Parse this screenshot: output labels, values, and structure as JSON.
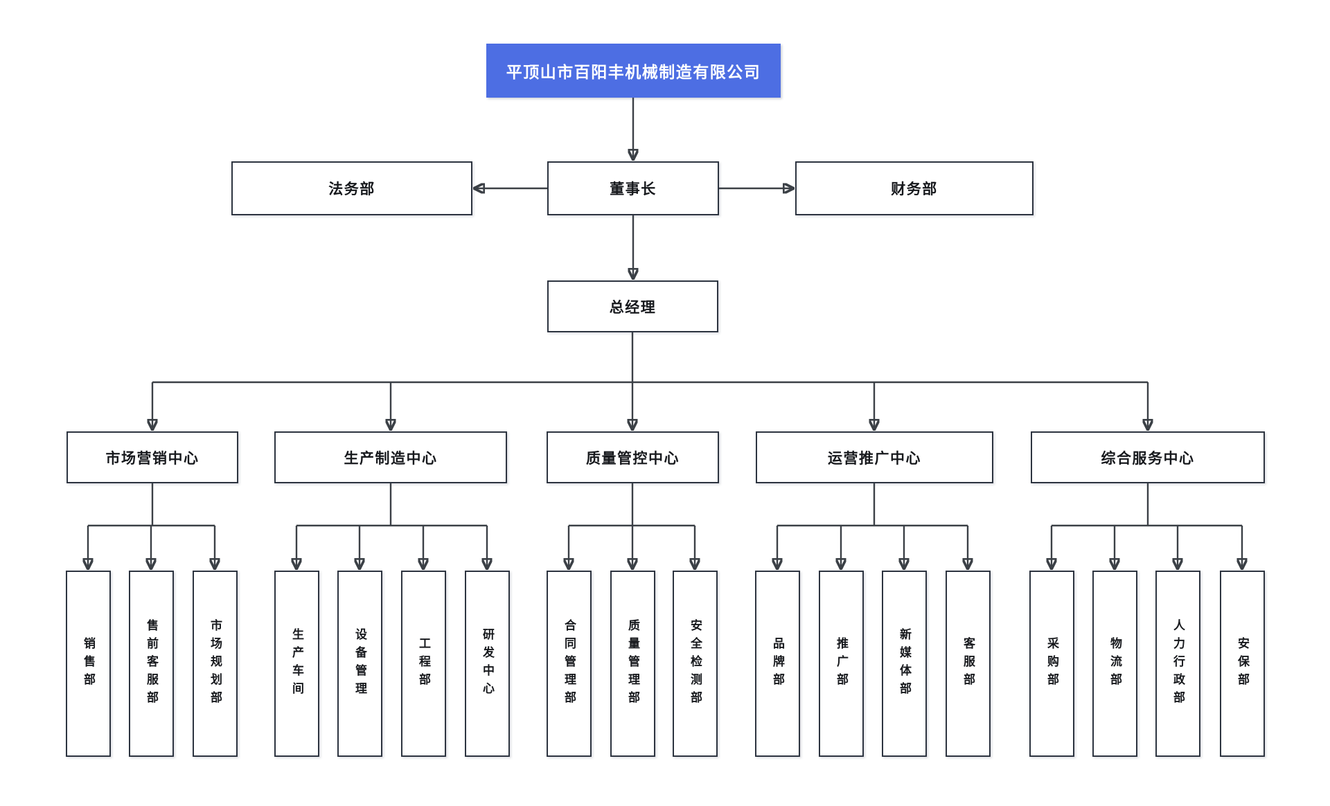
{
  "org": {
    "company": "平顶山市百阳丰机械制造有限公司",
    "chairman": "董事长",
    "legal": "法务部",
    "finance": "财务部",
    "general_manager": "总经理",
    "centers": [
      {
        "label": "市场营销中心",
        "departments": [
          "销售部",
          "售前客服部",
          "市场规划部"
        ]
      },
      {
        "label": "生产制造中心",
        "departments": [
          "生产车间",
          "设备管理",
          "工程部",
          "研发中心"
        ]
      },
      {
        "label": "质量管控中心",
        "departments": [
          "合同管理部",
          "质量管理部",
          "安全检测部"
        ]
      },
      {
        "label": "运营推广中心",
        "departments": [
          "品牌部",
          "推广部",
          "新媒体部",
          "客服部"
        ]
      },
      {
        "label": "综合服务中心",
        "departments": [
          "采购部",
          "物流部",
          "人力行政部",
          "安保部"
        ]
      }
    ]
  },
  "colors": {
    "accent_blue": "#4d6ee3",
    "box_border": "#2d3440",
    "line": "#3b4046",
    "text": "#17191d",
    "root_text": "#ffffff",
    "background": "#ffffff"
  }
}
